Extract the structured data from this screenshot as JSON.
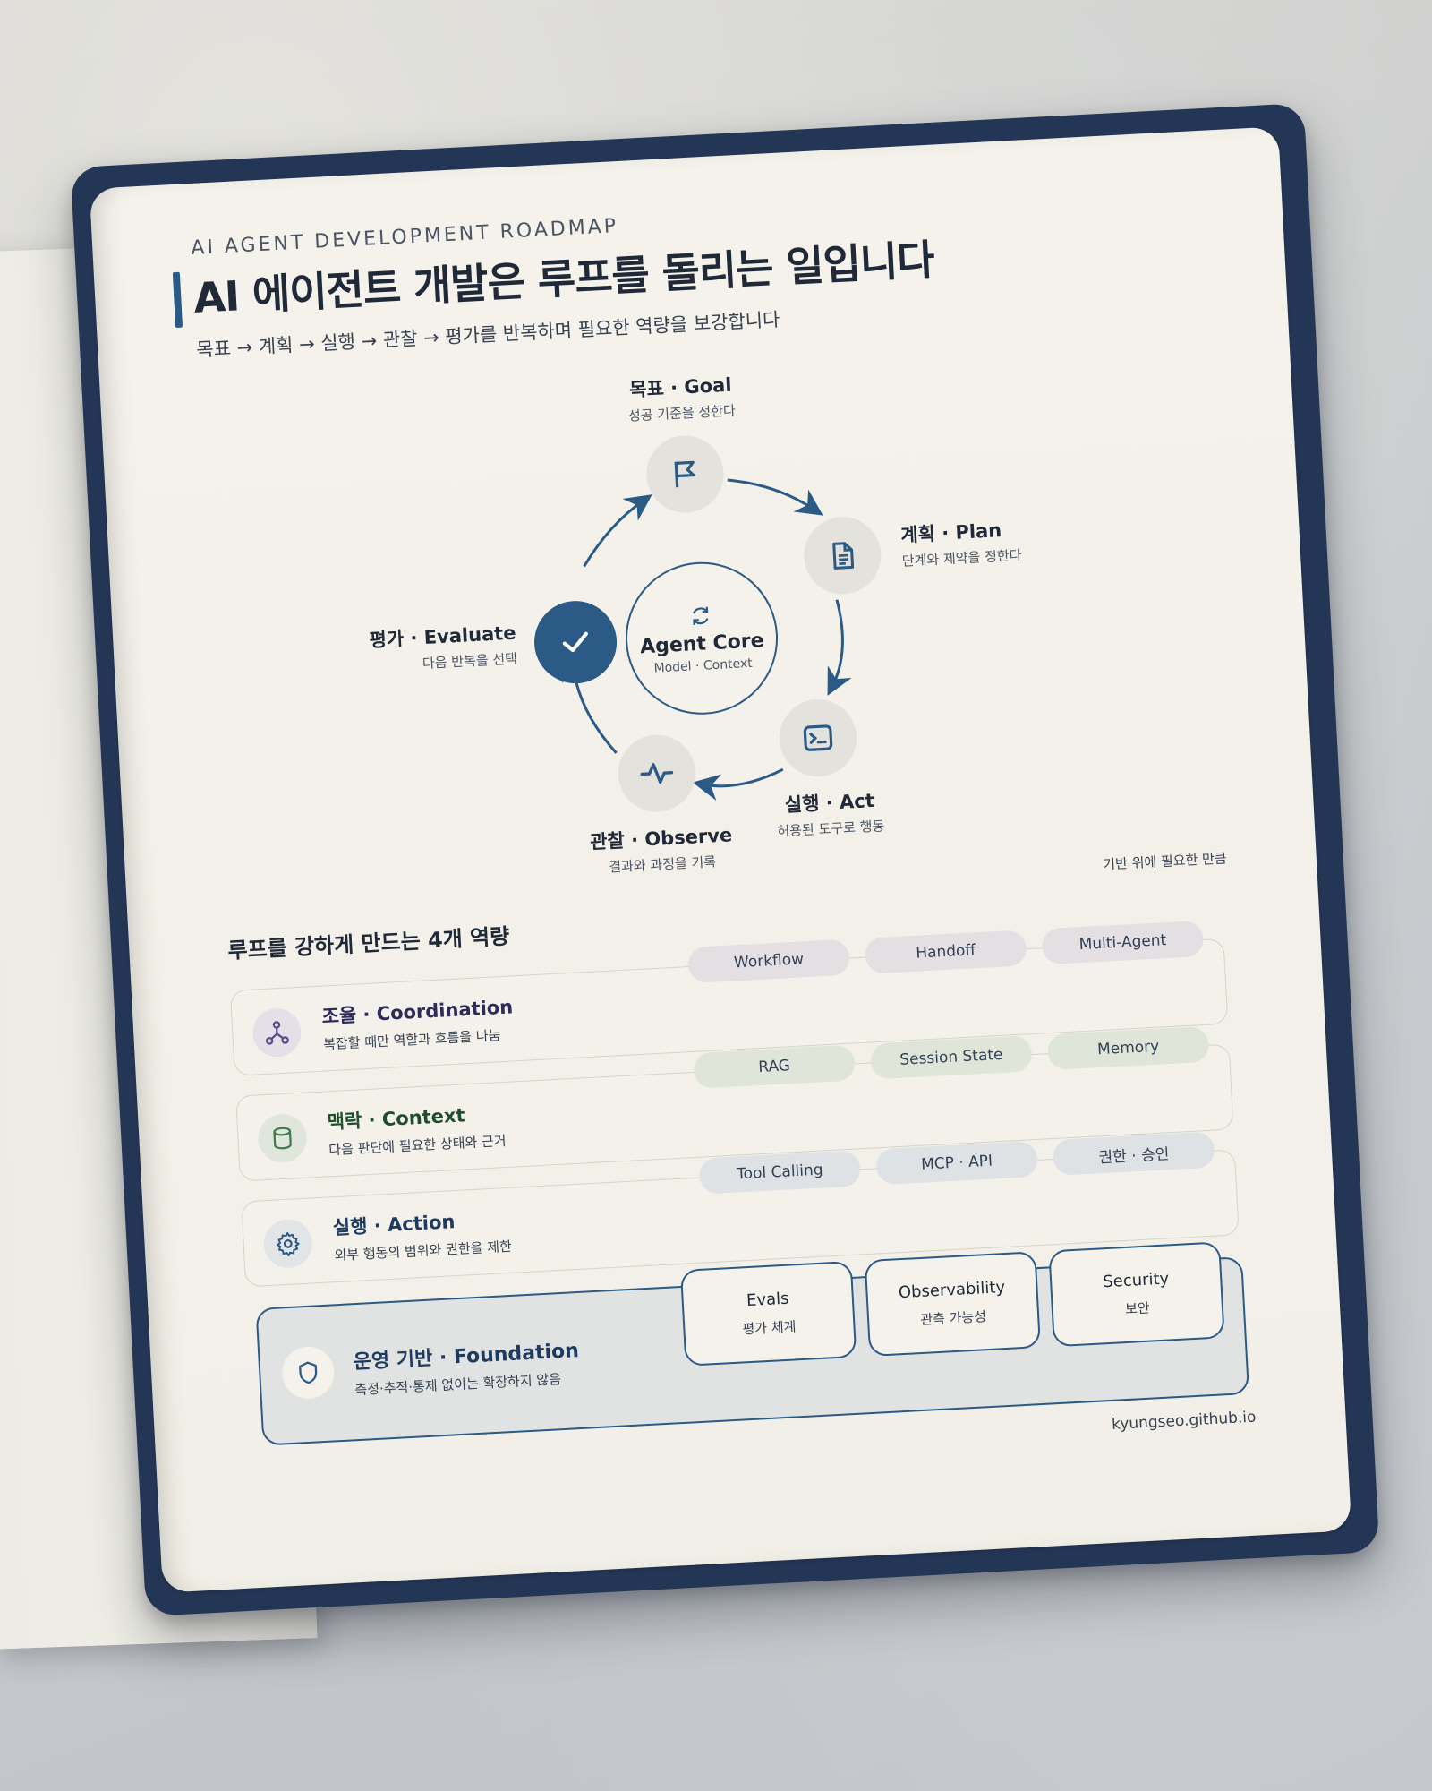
{
  "header": {
    "kicker": "AI AGENT DEVELOPMENT ROADMAP",
    "title": "AI 에이전트 개발은 루프를 돌리는 일입니다",
    "subtitle": "목표 → 계획 → 실행 → 관찰 → 평가를 반복하며 필요한 역량을 보강합니다"
  },
  "loop": {
    "core": {
      "title": "Agent Core",
      "subtitle": "Model · Context",
      "icon": "refresh-icon"
    },
    "steps": [
      {
        "title": "목표 · Goal",
        "desc": "성공 기준을 정한다",
        "icon": "flag-icon"
      },
      {
        "title": "계획 · Plan",
        "desc": "단계와 제약을 정한다",
        "icon": "document-icon"
      },
      {
        "title": "실행 · Act",
        "desc": "허용된 도구로 행동",
        "icon": "terminal-icon"
      },
      {
        "title": "관찰 · Observe",
        "desc": "결과와 과정을 기록",
        "icon": "pulse-icon"
      },
      {
        "title": "평가 · Evaluate",
        "desc": "다음 반복을 선택",
        "icon": "check-icon",
        "active": true
      }
    ],
    "accent_color": "#2b5a86"
  },
  "capabilities": {
    "title": "루프를 강하게 만드는 4개 역량",
    "note": "기반 위에 필요한 만큼",
    "layers": [
      {
        "title": "조율 · Coordination",
        "desc": "복잡할 때만 역할과 흐름을 나눔",
        "icon": "network-icon",
        "color": "#2e2a5a",
        "chip_color": "#e4dfe2",
        "icon_bg": "#e5e0e7",
        "chips": [
          "Workflow",
          "Handoff",
          "Multi-Agent"
        ]
      },
      {
        "title": "맥락 · Context",
        "desc": "다음 판단에 필요한 상태와 근거",
        "icon": "database-icon",
        "color": "#1f4d2e",
        "chip_color": "#e0e5da",
        "icon_bg": "#e0e6dc",
        "chips": [
          "RAG",
          "Session State",
          "Memory"
        ]
      },
      {
        "title": "실행 · Action",
        "desc": "외부 행동의 범위와 권한을 제한",
        "icon": "gear-icon",
        "color": "#1e3a5f",
        "chip_color": "#dfe2e4",
        "icon_bg": "#e2e5e7",
        "chips": [
          "Tool Calling",
          "MCP · API",
          "권한 · 승인"
        ]
      }
    ],
    "foundation": {
      "title": "운영 기반 · Foundation",
      "desc": "측정·추적·통제 없이는 확장하지 않음",
      "icon": "shield-icon",
      "pillars": [
        {
          "name": "Evals",
          "sub": "평가 체계"
        },
        {
          "name": "Observability",
          "sub": "관측 가능성"
        },
        {
          "name": "Security",
          "sub": "보안"
        }
      ]
    }
  },
  "footer": {
    "site": "kyungseo.github.io"
  }
}
